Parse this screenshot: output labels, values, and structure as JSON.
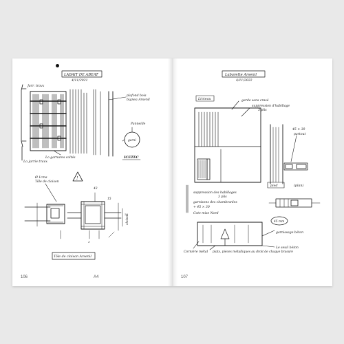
{
  "left_page": {
    "folio": "106",
    "section": "A4",
    "sketch_top": {
      "title": "LABAIT DE ABEAT",
      "date": "4/11/2021",
      "label_frame_top": "Jarr. travx",
      "label_frame_bottom": "Lo jarrie travx",
      "label_right_1": "plafond bois",
      "label_right_2": "bignea Arsenil",
      "label_bottom": "Lo garnures coltés",
      "label_circle_1": "Panneille",
      "label_circle_2": "garni",
      "label_brand": "ICETEC"
    },
    "sketch_bottom": {
      "label_top_1": "Ø 1cms",
      "label_top_2": "Tôle de cloison",
      "dim_a": "43",
      "dim_b": "15",
      "dim_c": "20",
      "label_side": "cloison",
      "title": "Tôle de cloison Arsenil"
    }
  },
  "right_page": {
    "folio": "107",
    "sketch_top": {
      "title": "Labarette Arsenil",
      "date": "4/11/2022",
      "label_lintel": "Linteau",
      "label_note_1": "garde sans crasé",
      "label_note_2": "suppression d'habillage",
      "label_note_3": "3 plis",
      "label_dim": "45 × 30",
      "label_dim_2": "partout"
    },
    "sketch_middle": {
      "label_1": "suppression des habillages",
      "label_2": "3 plis",
      "label_3": "garnisons des chambranles",
      "label_4": "+ 45 × 30",
      "label_5": "Cote mise Nord",
      "label_pied": "pied",
      "label_plan": "(plan)",
      "label_dim": "45 mm"
    },
    "sketch_bottom": {
      "label_1": "Cornière métal",
      "label_2": "plats, pièces métalliques au droit de chaque brasure",
      "label_3": "garnissage béton",
      "label_4": "Le seuil béton"
    }
  }
}
